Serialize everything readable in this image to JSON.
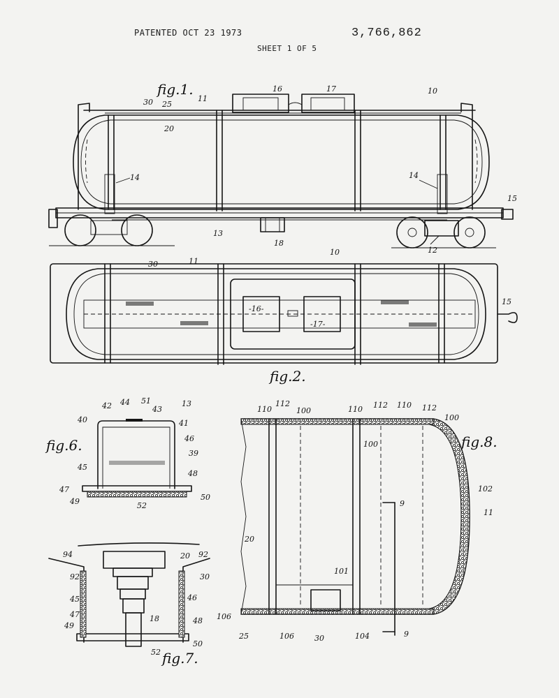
{
  "header": {
    "patented": "PATENTED OCT 23 1973",
    "sheet": "SHEET 1 OF 5",
    "patent_number": "3,766,862"
  },
  "figures": {
    "fig1": "fig.1.",
    "fig2": "fig.2.",
    "fig6": "fig.6.",
    "fig7": "fig.7.",
    "fig8": "fig.8."
  },
  "labels": {
    "fig1": [
      "30",
      "25",
      "11",
      "20",
      "16",
      "17",
      "10",
      "14",
      "14",
      "15",
      "13",
      "18",
      "12"
    ],
    "fig2": [
      "30",
      "11",
      "10",
      "-16-",
      "-17-",
      "15"
    ],
    "fig6": [
      "42",
      "44",
      "51",
      "43",
      "13",
      "40",
      "41",
      "46",
      "39",
      "45",
      "48",
      "47",
      "49",
      "52",
      "50"
    ],
    "fig7": [
      "94",
      "20",
      "92",
      "92",
      "30",
      "45",
      "46",
      "47",
      "49",
      "18",
      "48",
      "52",
      "50"
    ],
    "fig8": [
      "110",
      "112",
      "100",
      "110",
      "112",
      "110",
      "112",
      "100",
      "100",
      "102",
      "11",
      "9",
      "20",
      "101",
      "106",
      "25",
      "106",
      "30",
      "104",
      "9"
    ]
  }
}
